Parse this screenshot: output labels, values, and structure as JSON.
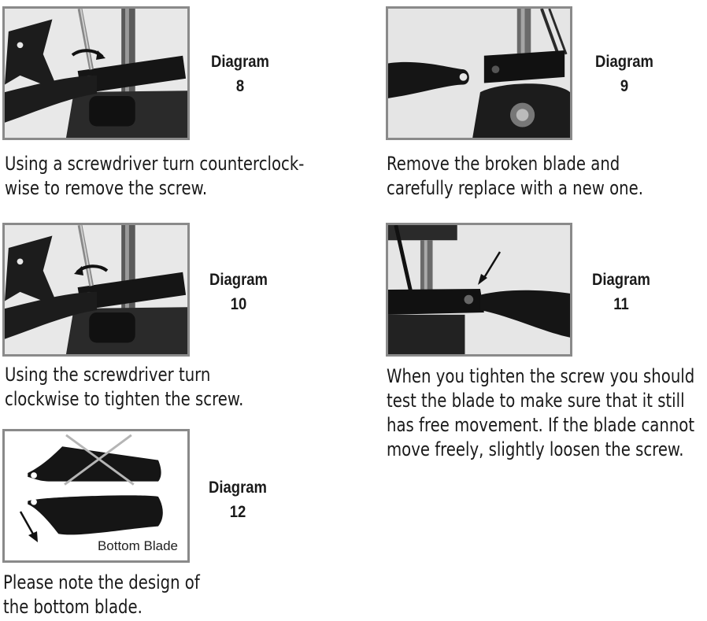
{
  "diagrams": [
    {
      "title": "Diagram",
      "number": "8",
      "caption": [
        "Using a screwdriver turn counterclock-",
        "wise to remove the screw."
      ]
    },
    {
      "title": "Diagram",
      "number": "9",
      "caption": [
        "Remove the broken blade and",
        "carefully replace with a new one."
      ]
    },
    {
      "title": "Diagram",
      "number": "10",
      "caption": [
        "Using the screwdriver turn",
        "clockwise to tighten the screw."
      ]
    },
    {
      "title": "Diagram",
      "number": "11",
      "caption": [
        "When you tighten the screw you should",
        "test the blade to make sure that it still",
        "has free movement. If the blade cannot",
        "move freely, slightly loosen the screw."
      ]
    },
    {
      "title": "Diagram",
      "number": "12",
      "caption": [
        "Please note the design of",
        "the bottom blade."
      ],
      "image_label": "Bottom Blade"
    }
  ],
  "colors": {
    "frame_border": "#8a8a8a",
    "photo_background": "#e9e9e9",
    "part_dark": "#1c1c1c",
    "cross_mark": "#b5b5b5"
  },
  "icons": [
    "screwdriver-icon",
    "rotation-arrow-icon",
    "pointer-arrow-icon",
    "cross-mark-icon"
  ]
}
